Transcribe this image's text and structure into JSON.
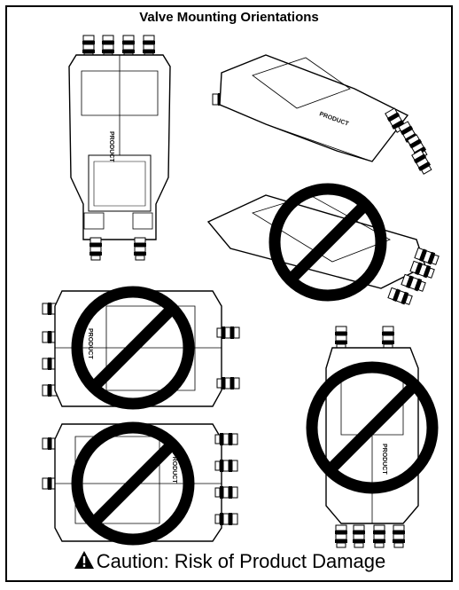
{
  "title": "Valve Mounting Orientations",
  "caution": {
    "icon": "warning-triangle-icon",
    "text": "Caution: Risk of Product Damage"
  },
  "orientations": [
    {
      "id": "vertical-upright",
      "allowed": true
    },
    {
      "id": "horizontal-flat",
      "allowed": true
    },
    {
      "id": "horizontal-tilted",
      "allowed": false
    },
    {
      "id": "horizontal-side-left",
      "allowed": false
    },
    {
      "id": "horizontal-side-right",
      "allowed": false
    },
    {
      "id": "vertical-inverted",
      "allowed": false
    }
  ],
  "colors": {
    "stroke": "#000000",
    "prohibition": "#000000",
    "background": "#ffffff"
  }
}
